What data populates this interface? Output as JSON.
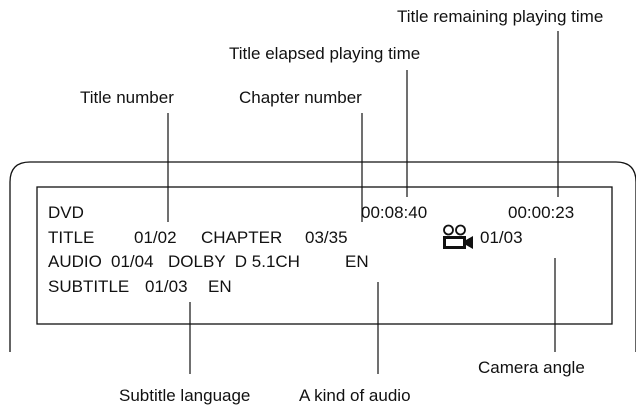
{
  "callouts": {
    "title_remaining": "Title remaining playing time",
    "title_elapsed": "Title elapsed playing time",
    "title_number": "Title number",
    "chapter_number": "Chapter number",
    "camera_angle": "Camera angle",
    "subtitle_language": "Subtitle language",
    "audio_kind": "A kind of audio"
  },
  "osd": {
    "disc_type": "DVD",
    "elapsed_time": "00:08:40",
    "remaining_time": "00:00:23",
    "title_label": "TITLE",
    "title_value": "01/02",
    "chapter_label": "CHAPTER",
    "chapter_value": "03/35",
    "angle_icon": "camera-icon",
    "angle_value": "01/03",
    "audio_label": "AUDIO",
    "audio_track": "01/04",
    "audio_format": "DOLBY  D 5.1CH",
    "audio_language": "EN",
    "subtitle_label": "SUBTITLE",
    "subtitle_track": "01/03",
    "subtitle_language": "EN"
  },
  "colors": {
    "line": "#111111",
    "background": "#ffffff"
  }
}
